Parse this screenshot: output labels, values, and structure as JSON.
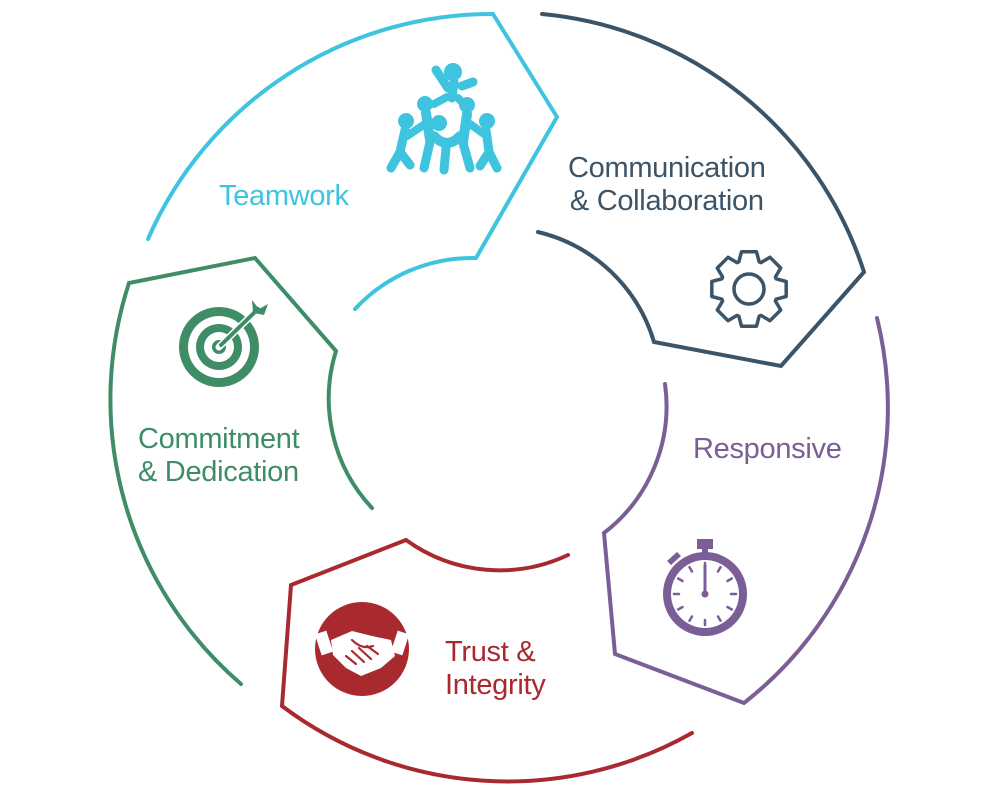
{
  "diagram": {
    "segments": [
      {
        "id": "teamwork",
        "lines": [
          "Teamwork"
        ],
        "color": "#3EC4DF",
        "icon": "team-pyramid-icon"
      },
      {
        "id": "communication",
        "lines": [
          "Communication",
          "& Collaboration"
        ],
        "color": "#3C5468",
        "icon": "gear-icon"
      },
      {
        "id": "responsive",
        "lines": [
          "Responsive"
        ],
        "color": "#7A5E95",
        "icon": "stopwatch-icon"
      },
      {
        "id": "trust",
        "lines": [
          "Trust &",
          "Integrity"
        ],
        "color": "#A82A2E",
        "icon": "handshake-icon"
      },
      {
        "id": "commitment",
        "lines": [
          "Commitment",
          "& Dedication"
        ],
        "color": "#3E8D67",
        "icon": "target-icon"
      }
    ]
  }
}
